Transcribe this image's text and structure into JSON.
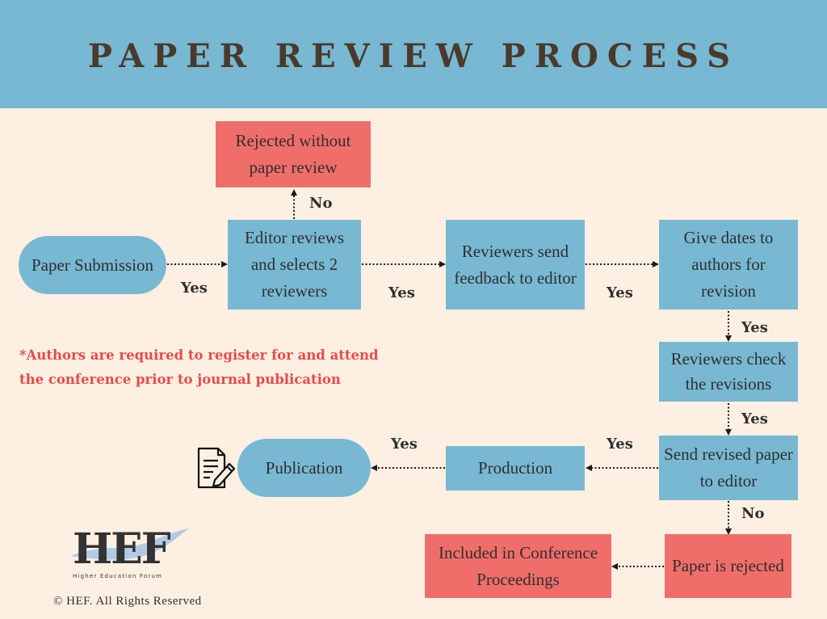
{
  "title": "PAPER REVIEW PROCESS",
  "nodes": {
    "submission": "Paper Submission",
    "rejected_without": "Rejected without paper review",
    "editor_reviews": "Editor reviews and selects 2 reviewers",
    "reviewers_send": "Reviewers send feedback to editor",
    "give_dates": "Give dates to authors for revision",
    "reviewers_check": "Reviewers check the revisions",
    "send_revised": "Send revised paper to editor",
    "production": "Production",
    "publication": "Publication",
    "paper_rejected": "Paper is rejected",
    "included": "Included in Conference Proceedings"
  },
  "edge_labels": {
    "submission_to_editor": "Yes",
    "editor_to_rejected": "No",
    "editor_to_reviewers": "Yes",
    "reviewers_to_dates": "Yes",
    "dates_to_check": "Yes",
    "check_to_send": "Yes",
    "send_to_production": "Yes",
    "production_to_publication": "Yes",
    "send_to_rejected": "No"
  },
  "note": "*Authors are required to register for and attend the conference prior to journal publication",
  "logo": {
    "text": "HEF",
    "subtitle": "Higher Education Forum"
  },
  "copyright": "© HEF. All Rights Reserved",
  "colors": {
    "header": "#78b8d2",
    "background": "#fdf0e2",
    "process_box": "#78b8d2",
    "reject_box": "#f06e6a",
    "note_text": "#e84a4a",
    "title_text": "#4a3a2c"
  }
}
